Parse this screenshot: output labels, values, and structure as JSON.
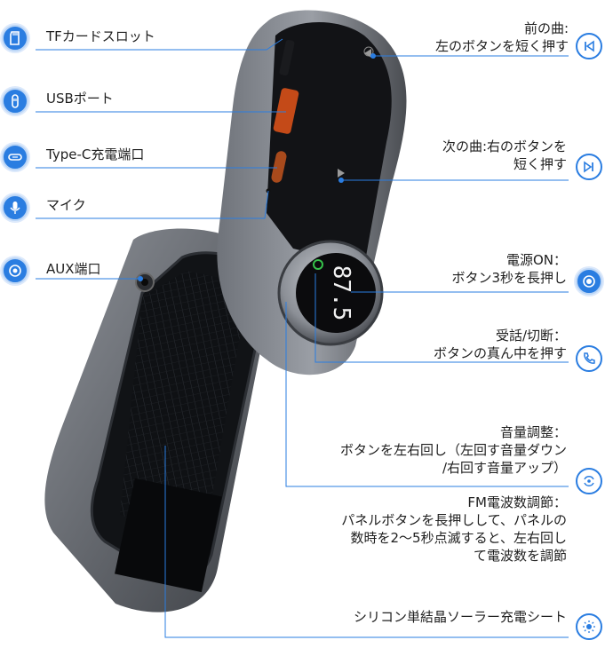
{
  "left_labels": [
    {
      "id": "tf",
      "text": "TFカードスロット",
      "icon": "sd-card-icon"
    },
    {
      "id": "usb",
      "text": "USBポート",
      "icon": "usb-icon"
    },
    {
      "id": "typec",
      "text": "Type-C充電端口",
      "icon": "type-c-icon"
    },
    {
      "id": "mic",
      "text": "マイク",
      "icon": "microphone-icon"
    },
    {
      "id": "aux",
      "text": "AUX端口",
      "icon": "aux-icon"
    }
  ],
  "right_labels": {
    "prev": {
      "lines": [
        "前の曲:",
        "左のボタンを短く押す"
      ],
      "icon": "skip-back-icon"
    },
    "next": {
      "lines": [
        "次の曲:右のボタンを",
        "短く押す"
      ],
      "icon": "skip-forward-icon"
    },
    "power": {
      "lines": [
        "電源ON：",
        "ボタン3秒を長押し"
      ],
      "icon": "power-icon"
    },
    "call": {
      "lines": [
        "受話/切断：",
        "ボタンの真ん中を押す"
      ],
      "icon": "phone-icon"
    },
    "volume": {
      "lines": [
        "音量調整：",
        "ボタンを左右回し（左回す音量ダウン",
        "/右回す音量アップ）"
      ],
      "icon": "rotate-icon"
    },
    "fm": {
      "lines": [
        "FM電波数調節：",
        "パネルボタンを長押しして、パネルの",
        "数時を2～5秒点滅すると、左右回し",
        "て電波数を調節"
      ]
    },
    "solar": {
      "lines": [
        "シリコン単結晶ソーラー充電シート"
      ],
      "icon": "sun-icon"
    }
  },
  "display": {
    "reading": "87.5"
  },
  "colors": {
    "accent": "#2a7de1",
    "device_body": "#3a3d42",
    "panel": "#0b0b0d"
  }
}
